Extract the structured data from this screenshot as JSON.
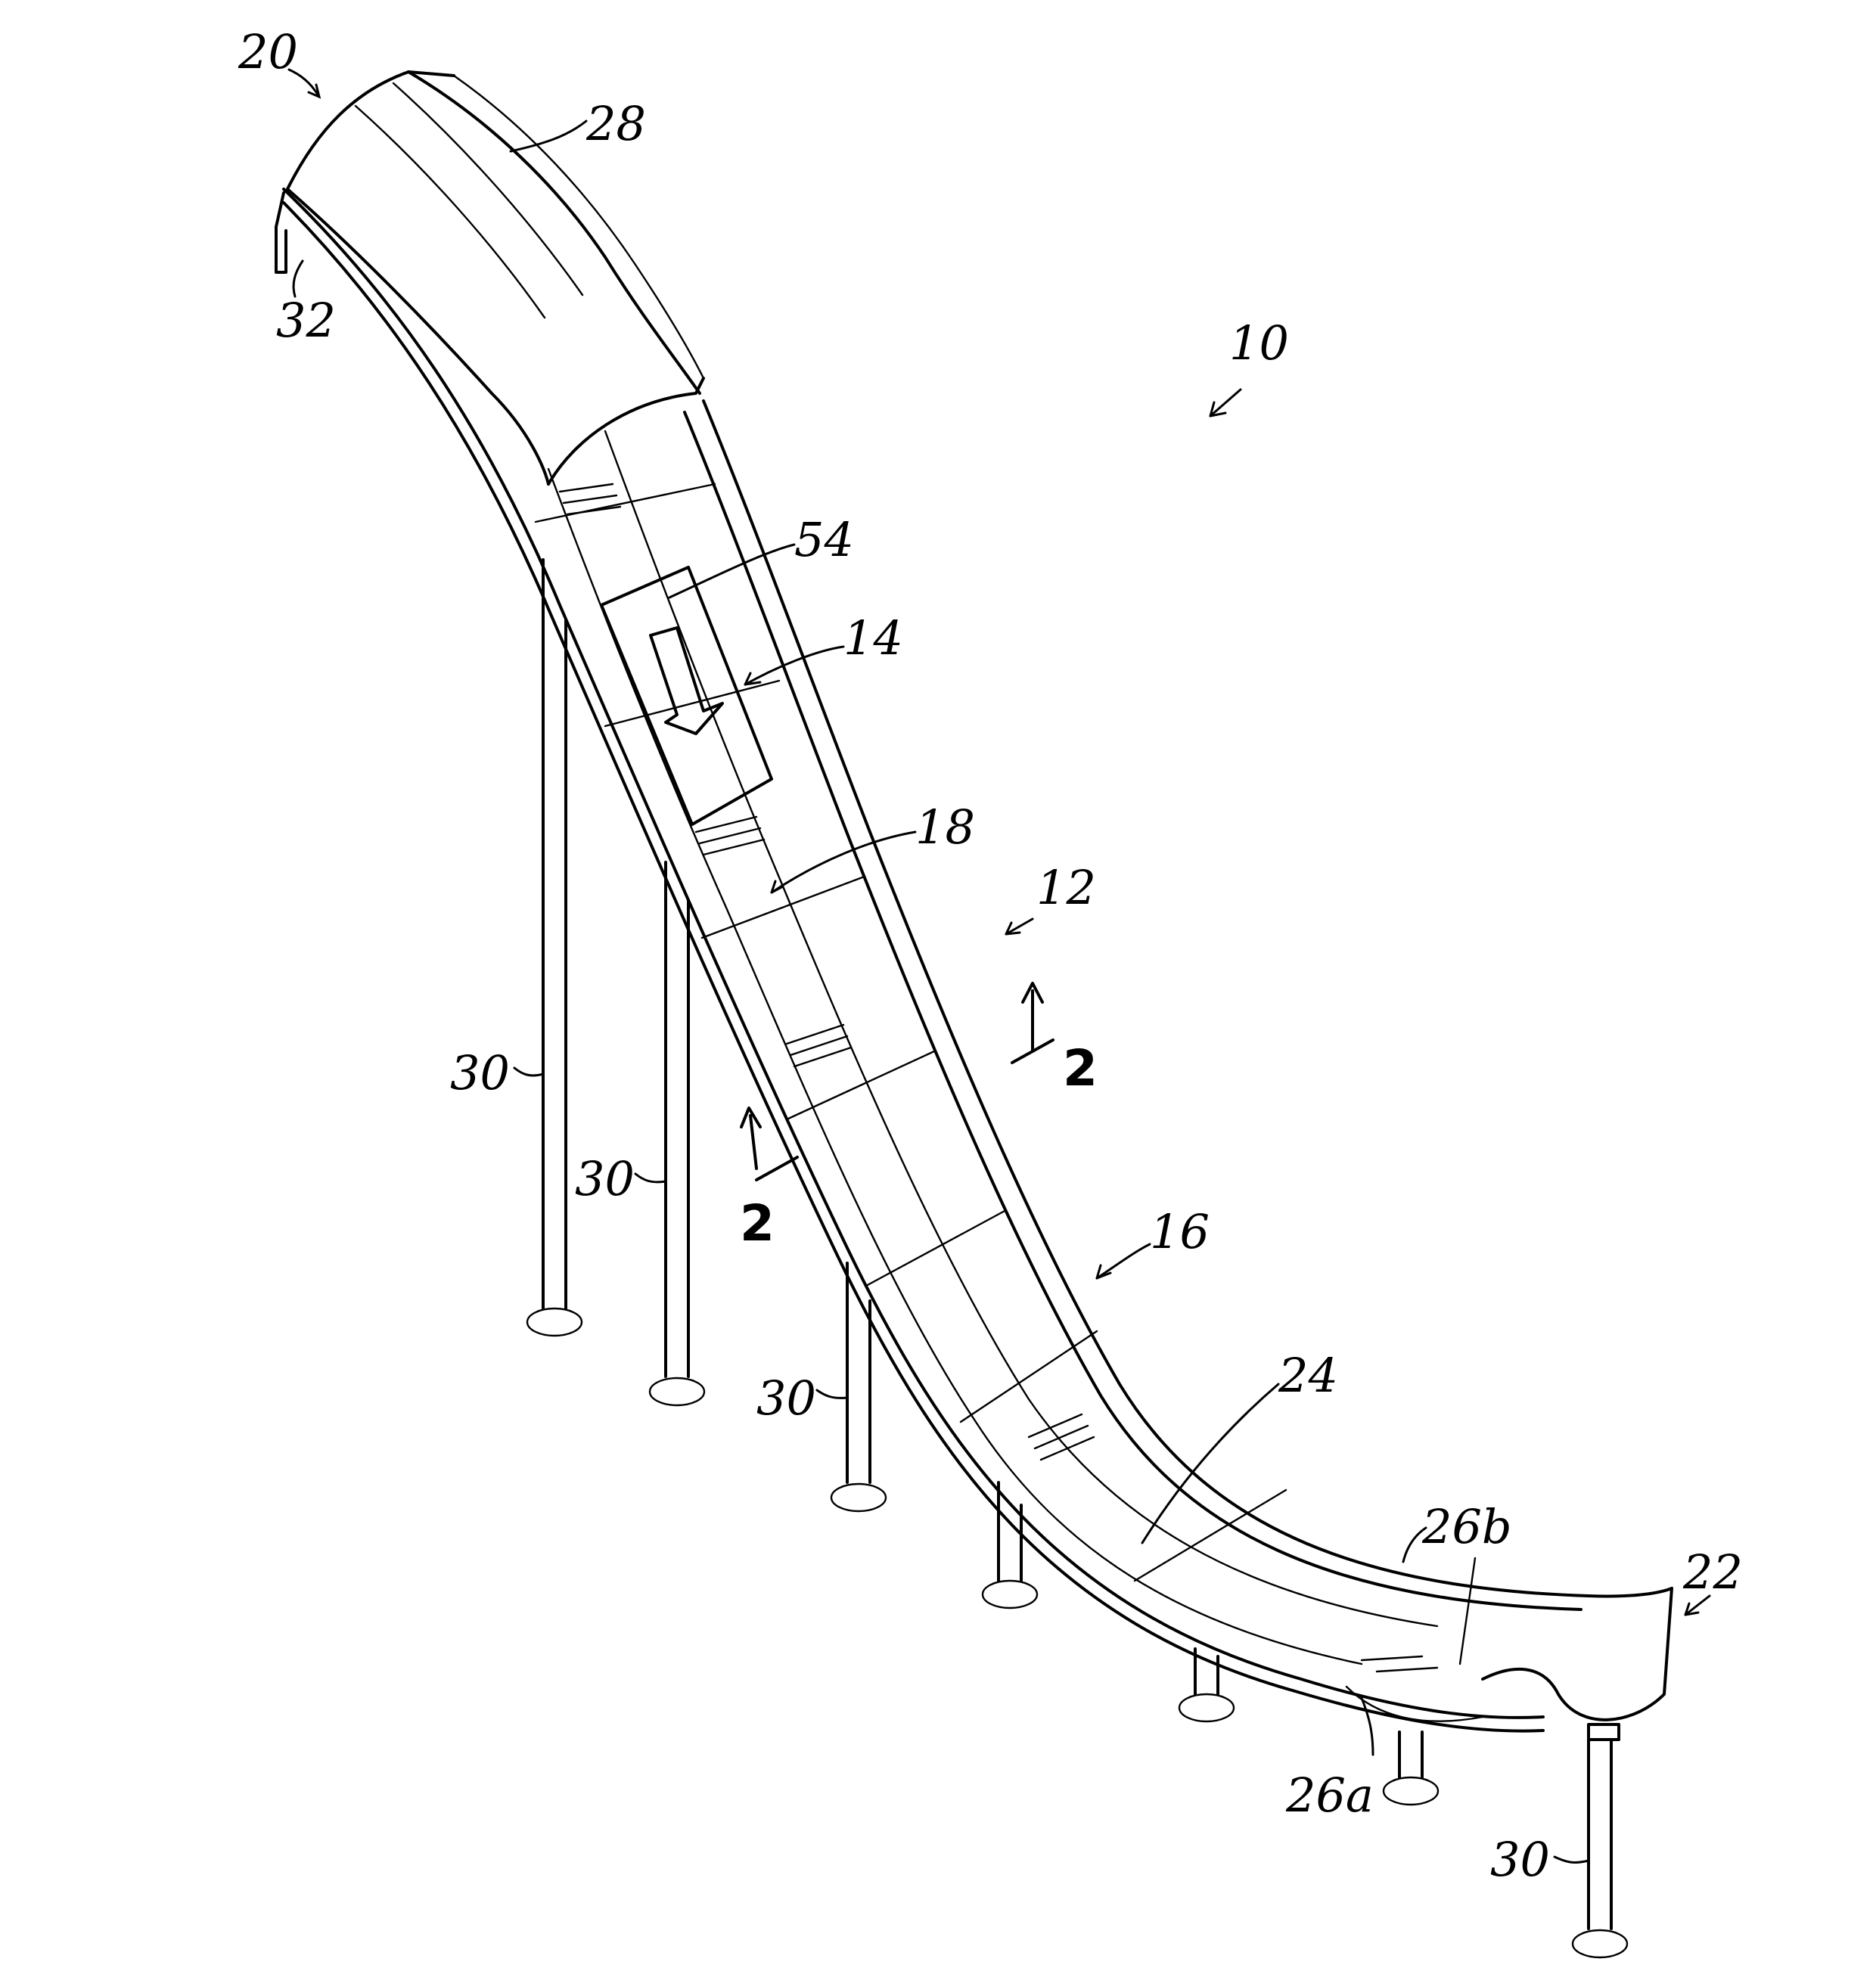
{
  "labels": {
    "slide_assembly": "10",
    "slide_body": "12",
    "indicator_pad": "14",
    "trough": "16",
    "ride_surface": "18",
    "upper_end": "20",
    "lower_end": "22",
    "runout": "24",
    "side_wall_a": "26a",
    "side_wall_b": "26b",
    "canopy": "28",
    "support_leg": "30",
    "mount_bracket": "32",
    "pad_texture": "54",
    "section": "2"
  },
  "colors": {
    "line": "#000000",
    "background": "#ffffff"
  }
}
